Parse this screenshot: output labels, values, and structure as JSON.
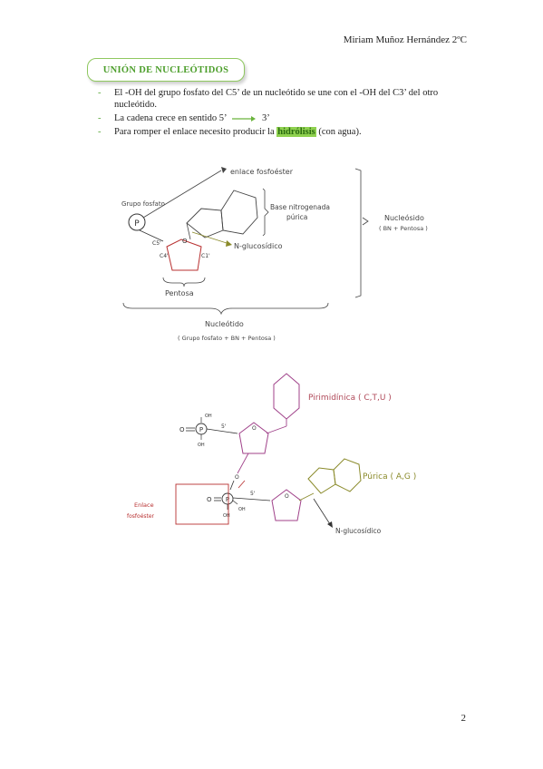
{
  "author": "Miriam Muñoz Hernández 2ºC",
  "heading": "UNIÓN DE NUCLEÓTIDOS",
  "bullets": {
    "b1": "El -OH del grupo fosfato del C5’ de un nucleótido se une con el -OH del C3’ del otro nucleótido.",
    "b2_pre": "La cadena crece en sentido 5’",
    "b2_post": "3’",
    "b3_pre": "Para romper el enlace necesito producir la",
    "b3_highlight": "hidrólisis",
    "b3_post": "(con agua)."
  },
  "diagram1": {
    "grupo_fosfato": "Grupo fosfato",
    "p_symbol": "P",
    "enlace_fosfoester": "enlace fosfoéster",
    "base_nitrogenada_1": "Base nitrogenada",
    "base_nitrogenada_2": "púrica",
    "n_glucosidico": "N-glucosídico",
    "nucleosido_1": "Nucleósido",
    "nucleosido_2": "( BN + Pentosa )",
    "pentosa": "Pentosa",
    "nucleotido_1": "Nucleótido",
    "nucleotido_2": "( Grupo fosfato + BN + Pentosa )",
    "c5": "C5'",
    "c4": "C4'",
    "c1": "C1'",
    "o": "O"
  },
  "diagram2": {
    "pirimidinica": "Pirimidínica ( C,T,U )",
    "purica": "Púrica ( A,G )",
    "enlace_1": "Enlace",
    "enlace_2": "fosfoéster",
    "n_glucosidico": "N-glucosídico",
    "p_symbol": "P",
    "oh": "OH",
    "o": "O",
    "five": "5'"
  },
  "page_number": "2",
  "colors": {
    "heading_green": "#4c9e2b",
    "arrow_green": "#6ab43c",
    "sugar_olive": "#8a8a2a",
    "base_purple": "#a0428a",
    "red": "#b83030"
  }
}
